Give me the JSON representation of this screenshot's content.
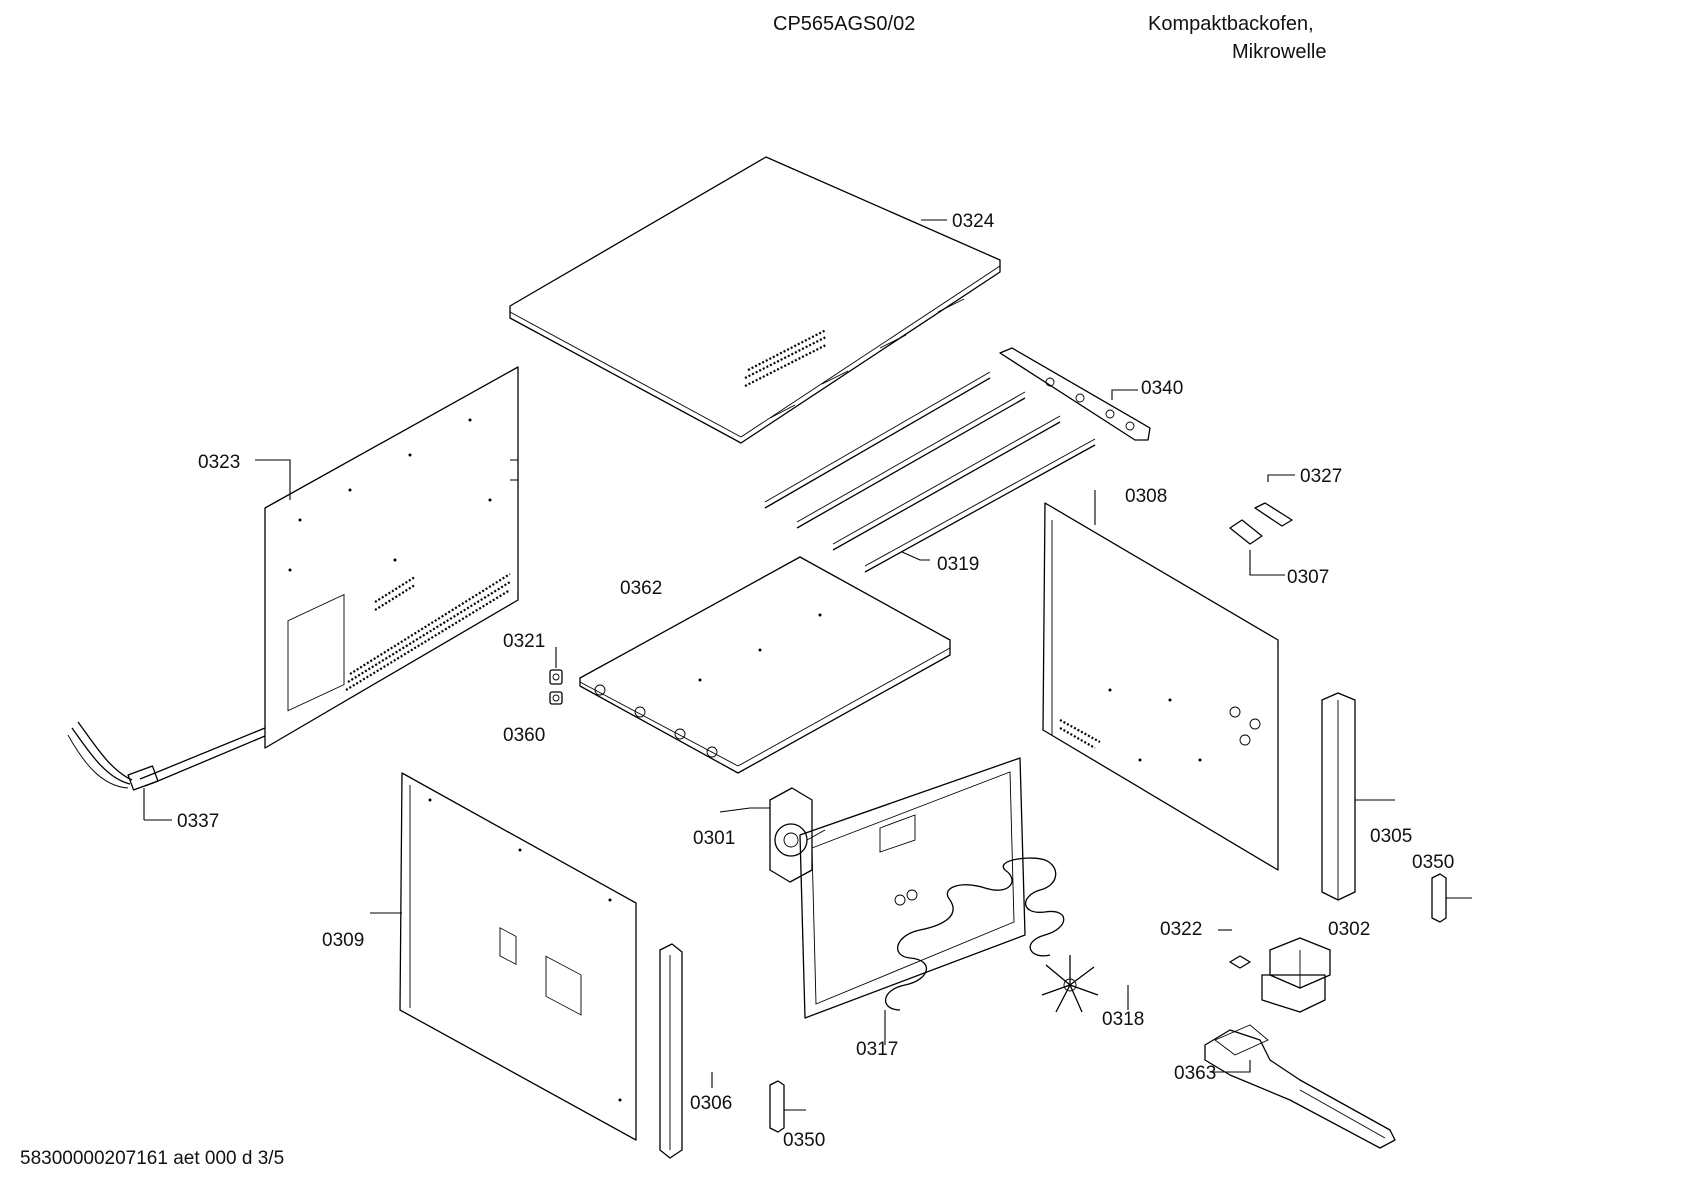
{
  "header": {
    "model": "CP565AGS0/02",
    "product_line1": "Kompaktbackofen,",
    "product_line2": "Mikrowelle"
  },
  "footer": {
    "doc_code": "58300000207161 aet 000 d 3/5"
  },
  "parts": [
    {
      "key": "p0324",
      "number": "0324"
    },
    {
      "key": "p0340",
      "number": "0340"
    },
    {
      "key": "p0323",
      "number": "0323"
    },
    {
      "key": "p0308",
      "number": "0308"
    },
    {
      "key": "p0327",
      "number": "0327"
    },
    {
      "key": "p0319",
      "number": "0319"
    },
    {
      "key": "p0307",
      "number": "0307"
    },
    {
      "key": "p0362",
      "number": "0362"
    },
    {
      "key": "p0321",
      "number": "0321"
    },
    {
      "key": "p0360",
      "number": "0360"
    },
    {
      "key": "p0337",
      "number": "0337"
    },
    {
      "key": "p0301",
      "number": "0301"
    },
    {
      "key": "p0305",
      "number": "0305"
    },
    {
      "key": "p0350a",
      "number": "0350"
    },
    {
      "key": "p0309",
      "number": "0309"
    },
    {
      "key": "p0322",
      "number": "0322"
    },
    {
      "key": "p0302",
      "number": "0302"
    },
    {
      "key": "p0318",
      "number": "0318"
    },
    {
      "key": "p0317",
      "number": "0317"
    },
    {
      "key": "p0363",
      "number": "0363"
    },
    {
      "key": "p0306",
      "number": "0306"
    },
    {
      "key": "p0350b",
      "number": "0350"
    }
  ]
}
